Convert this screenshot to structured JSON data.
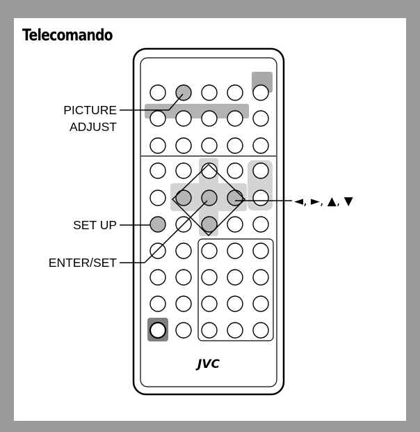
{
  "title": "Telecomando",
  "labels": {
    "picture_adjust_line1": "PICTURE",
    "picture_adjust_line2": "ADJUST",
    "set_up": "SET UP",
    "enter_set": "ENTER/SET",
    "cursor_keys": "◄, ►, ▲, ▼"
  },
  "brand": "JVC",
  "colors": {
    "frame": "#9a9a9a",
    "highlight": "#b5b5b5",
    "region": "#cfcfcf",
    "outline": "#000000"
  }
}
